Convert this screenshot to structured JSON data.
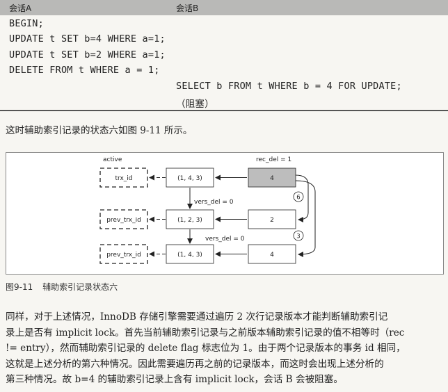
{
  "table": {
    "headers": [
      "会话A",
      "会话B"
    ],
    "session_a": [
      "BEGIN;",
      "UPDATE t SET b=4 WHERE a=1;",
      "UPDATE t SET b=2 WHERE a=1;",
      "DELETE FROM t WHERE a = 1;"
    ],
    "session_b": [
      "SELECT b FROM t WHERE b = 4 FOR UPDATE;",
      "（阻塞）"
    ]
  },
  "intro": "这时辅助索引记录的状态六如图 9-11 所示。",
  "figure": {
    "label_active": "active",
    "label_rec_del": "rec_del = 1",
    "trx_boxes": [
      "trx_id",
      "prev_trx_id",
      "prev_trx_id"
    ],
    "pk_boxes": [
      "(1, 4, 3)",
      "(1, 2, 3)",
      "(1, 4, 3)"
    ],
    "sec_boxes": [
      "4",
      "2",
      "4"
    ],
    "vers_del_1": "vers_del = 0",
    "vers_del_2": "vers_del = 0",
    "step_6": "6",
    "step_3": "3"
  },
  "caption": {
    "number": "图9-11",
    "title": "辅助索引记录状态六"
  },
  "paragraph": [
    "同样，对于上述情况，InnoDB 存储引擎需要通过遍历 2 次行记录版本才能判断辅助索引记",
    "录上是否有 implicit lock。首先当前辅助索引记录与之前版本辅助索引记录的值不相等时（rec",
    "!= entry），然而辅助索引记录的 delete flag 标志位为 1。由于两个记录版本的事务 id 相同，",
    "这就是上述分析的第六种情况。因此需要遍历再之前的记录版本，而这时会出现上述分析的",
    "第三种情况。故 b=4 的辅助索引记录上含有 implicit lock，会话 B 会被阻塞。"
  ]
}
